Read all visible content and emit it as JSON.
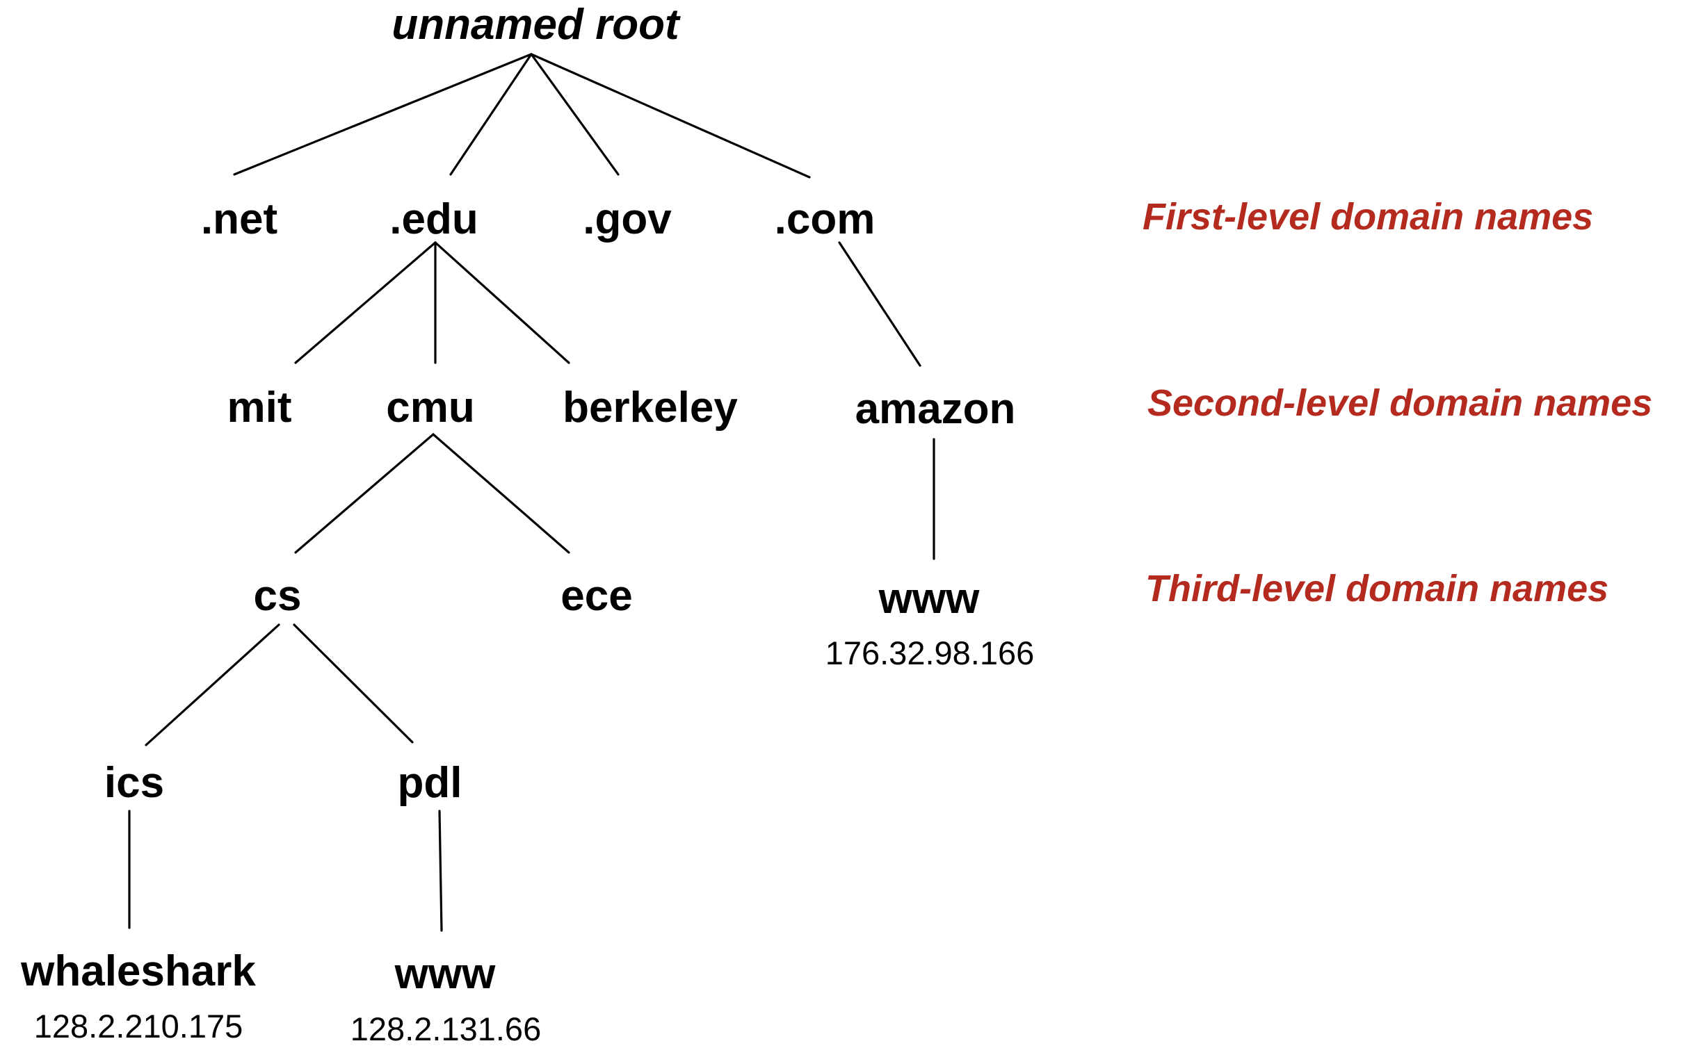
{
  "colors": {
    "level_label": "#b42a1e",
    "node_text": "#000000",
    "edge": "#000000"
  },
  "root": {
    "label": "unnamed root"
  },
  "first_level": {
    "net": ".net",
    "edu": ".edu",
    "gov": ".gov",
    "com": ".com"
  },
  "second_level": {
    "mit": "mit",
    "cmu": "cmu",
    "berkeley": "berkeley",
    "amazon": "amazon"
  },
  "third_level": {
    "cs": "cs",
    "ece": "ece",
    "amazon_www": "www"
  },
  "fourth_level": {
    "ics": "ics",
    "pdl": "pdl"
  },
  "leaves": {
    "whaleshark": "whaleshark",
    "pdl_www": "www"
  },
  "ips": {
    "amazon_www": "176.32.98.166",
    "whaleshark": "128.2.210.175",
    "pdl_www": "128.2.131.66"
  },
  "level_labels": {
    "first": "First-level domain names",
    "second": "Second-level domain names",
    "third": "Third-level domain names"
  }
}
